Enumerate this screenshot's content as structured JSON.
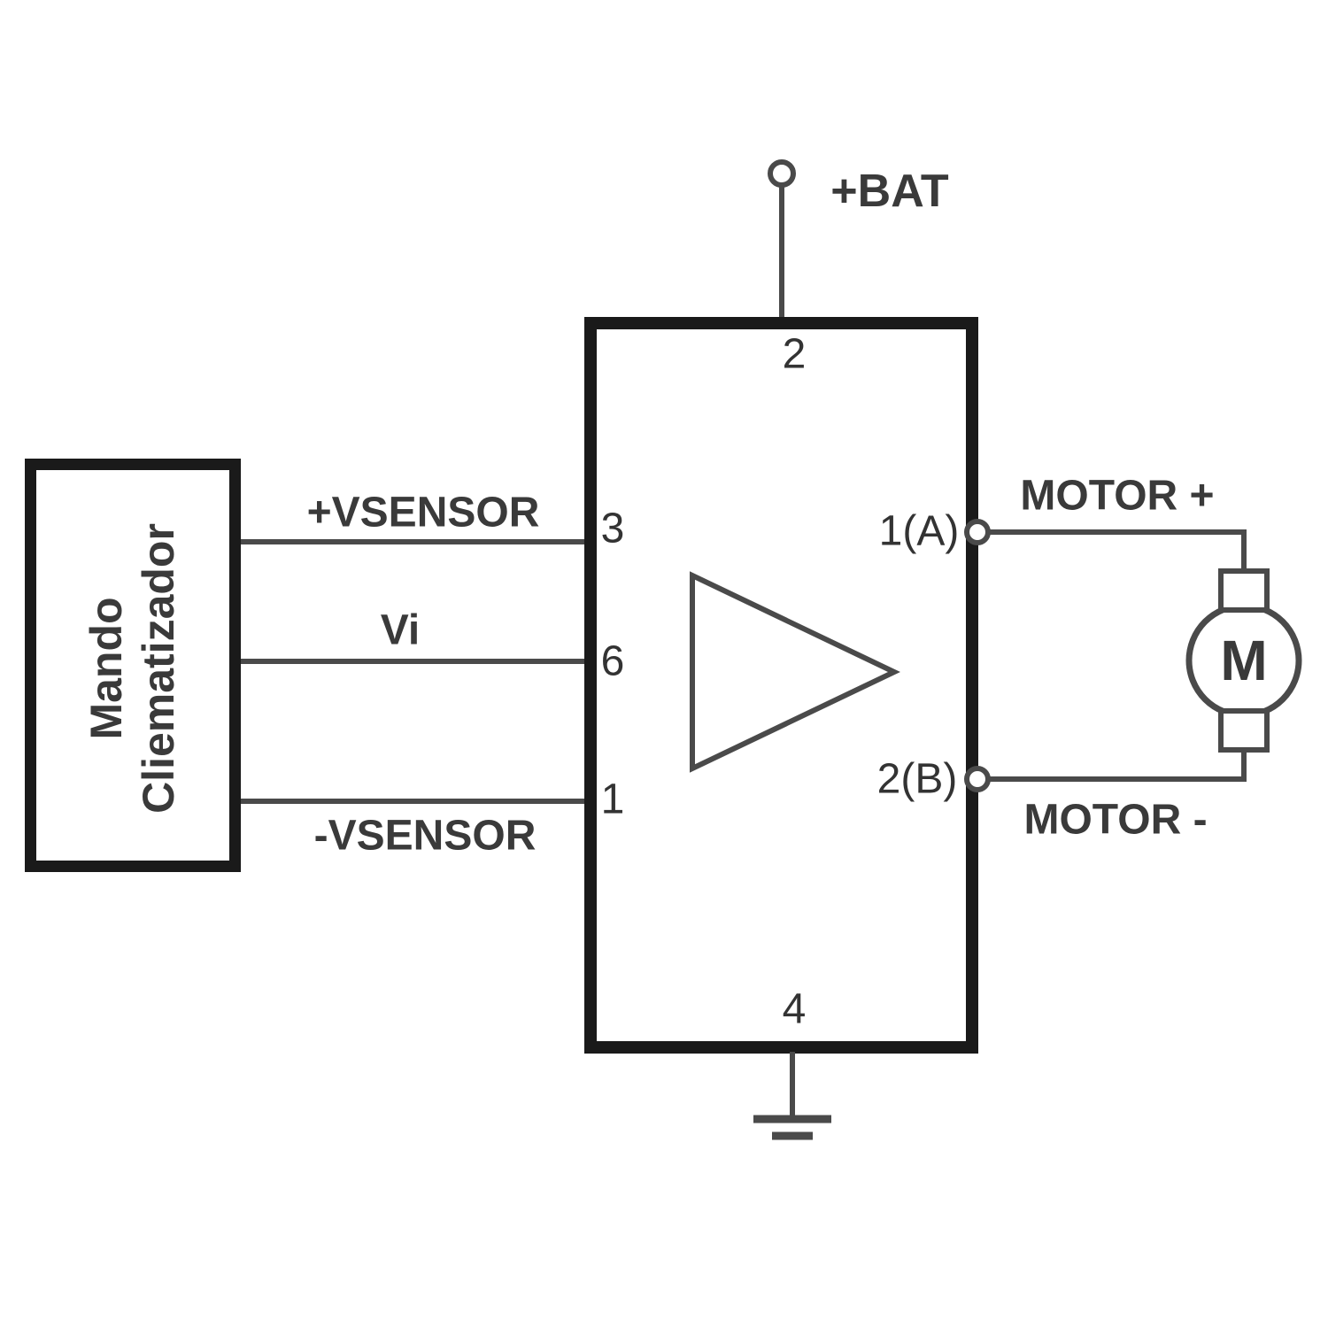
{
  "diagram": {
    "controller": {
      "line1": "Mando",
      "line2": "Cliematizador"
    },
    "power": {
      "bat_label": "+BAT",
      "supply_pin": "2",
      "ground_pin": "4"
    },
    "inputs": {
      "vsensor_plus": {
        "label": "+VSENSOR",
        "pin": "3"
      },
      "vi": {
        "label": "Vi",
        "pin": "6"
      },
      "vsensor_minus": {
        "label": "-VSENSOR",
        "pin": "1"
      }
    },
    "outputs": {
      "out_a": {
        "pin": "1(A)",
        "label": "MOTOR +"
      },
      "out_b": {
        "pin": "2(B)",
        "label": "MOTOR -"
      }
    },
    "motor": {
      "symbol": "M"
    },
    "colors": {
      "wire": "#4a4a4a",
      "border": "#1a1a1a",
      "text": "#3a3a3a",
      "background": "#ffffff"
    }
  }
}
